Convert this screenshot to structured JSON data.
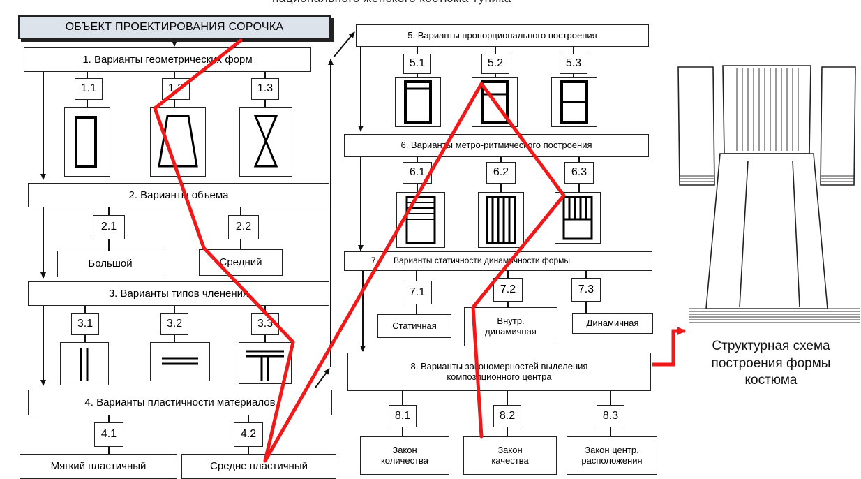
{
  "heading_clipped": "национального женского костюма туника",
  "object_title": "ОБЪЕКТ ПРОЕКТИРОВАНИЯ СОРОЧКА",
  "caption": "Структурная схема построения формы костюма",
  "colors": {
    "red_path": "#f01818",
    "title_fill": "#dde3ea",
    "line": "#222222"
  },
  "left": {
    "s1": {
      "title": "1. Варианты геометрических форм",
      "opts": [
        "1.1",
        "1.2",
        "1.3"
      ],
      "icons": [
        "rectangle-icon",
        "trapezoid-icon",
        "hourglass-icon"
      ]
    },
    "s2": {
      "title": "2. Варианты объема",
      "opts": [
        "2.1",
        "2.2"
      ],
      "labels": [
        "Большой",
        "Средний"
      ]
    },
    "s3": {
      "title": "3. Варианты типов членения",
      "opts": [
        "3.1",
        "3.2",
        "3.3"
      ],
      "icons": [
        "vertical-division-icon",
        "horizontal-division-icon",
        "combined-division-icon"
      ]
    },
    "s4": {
      "title": "4. Варианты пластичности материалов",
      "opts": [
        "4.1",
        "4.2"
      ],
      "labels": [
        "Мягкий пластичный",
        "Средне пластичный"
      ]
    }
  },
  "middle": {
    "s5": {
      "title": "5. Варианты пропорционального построения",
      "opts": [
        "5.1",
        "5.2",
        "5.3"
      ],
      "icons": [
        "proportion-top-icon",
        "proportion-middle-icon",
        "proportion-half-icon"
      ]
    },
    "s6": {
      "title": "6. Варианты метро-ритмического построения",
      "opts": [
        "6.1",
        "6.2",
        "6.3"
      ],
      "icons": [
        "rhythm-horizontal-icon",
        "rhythm-vertical-icon",
        "rhythm-partial-icon"
      ]
    },
    "s7": {
      "title_prefix": "7.",
      "title": "Варианты статичности динамичности формы",
      "opts": [
        "7.1",
        "7.2",
        "7.3"
      ],
      "labels": [
        "Статичная",
        "Внутр. динамичная",
        "Динамичная"
      ]
    },
    "s8": {
      "title_line1": "8. Варианты закономерностей выделения",
      "title_line2": "композиционного центра",
      "opts": [
        "8.1",
        "8.2",
        "8.3"
      ],
      "labels": [
        "Закон количества",
        "Закон качества",
        "Закон центр. расположения"
      ]
    }
  },
  "sketch": {
    "icon": "tunic-structure-sketch"
  }
}
